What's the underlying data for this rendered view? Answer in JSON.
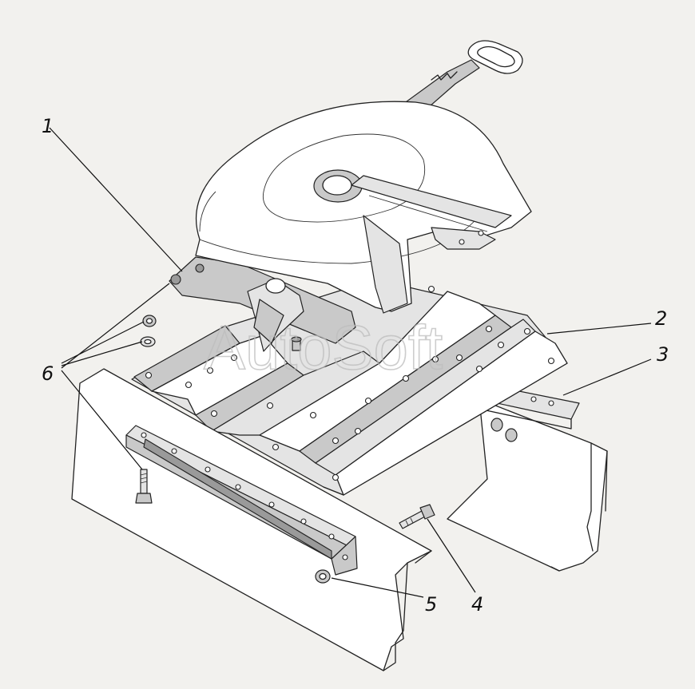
{
  "watermark": "AutoSoft",
  "callouts": [
    {
      "id": "1",
      "label": "1"
    },
    {
      "id": "2",
      "label": "2"
    },
    {
      "id": "3",
      "label": "3"
    },
    {
      "id": "4",
      "label": "4"
    },
    {
      "id": "5",
      "label": "5"
    },
    {
      "id": "6",
      "label": "6"
    }
  ],
  "colors": {
    "background": "#f2f1ee",
    "line": "#222222",
    "fill_light": "#e4e4e4",
    "fill_mid": "#c9c9c9",
    "fill_dark": "#9a9a9a"
  }
}
